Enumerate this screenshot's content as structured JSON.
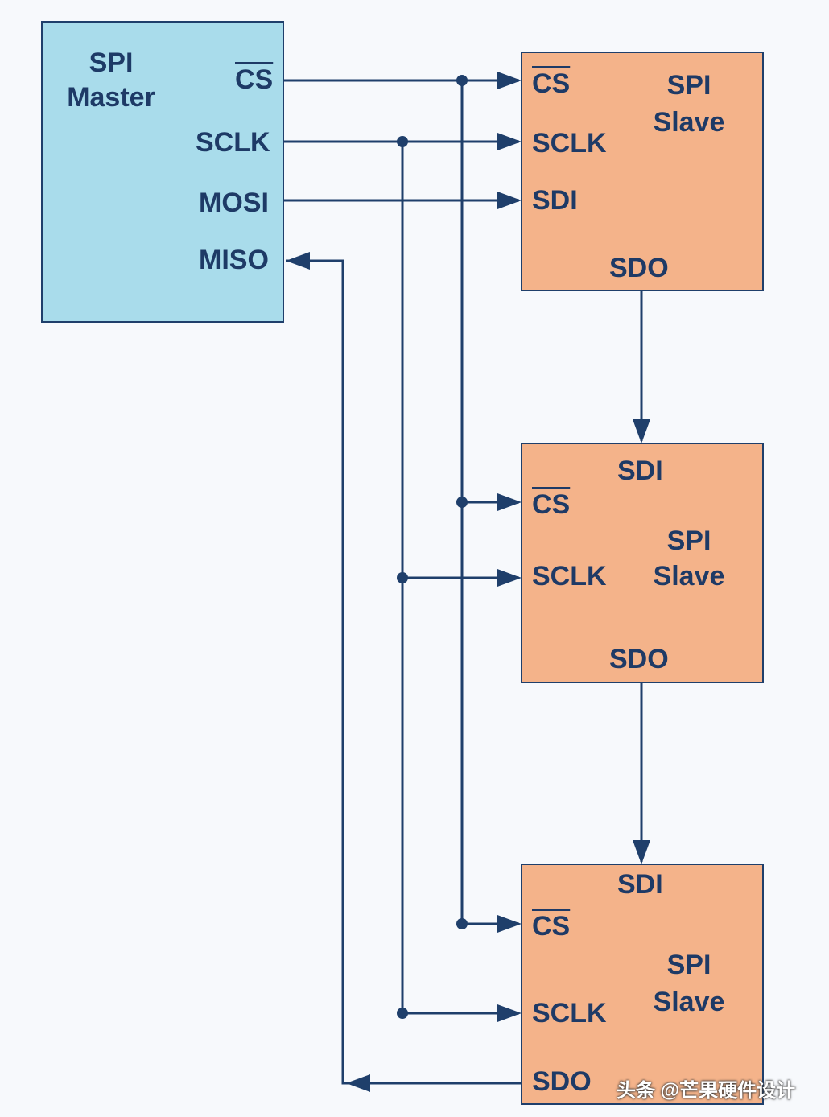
{
  "master": {
    "title_line1": "SPI",
    "title_line2": "Master",
    "pins": {
      "cs": "CS",
      "sclk": "SCLK",
      "mosi": "MOSI",
      "miso": "MISO"
    }
  },
  "slaves": [
    {
      "title_line1": "SPI",
      "title_line2": "Slave",
      "pins": {
        "cs": "CS",
        "sclk": "SCLK",
        "sdi": "SDI",
        "sdo": "SDO"
      }
    },
    {
      "title_line1": "SPI",
      "title_line2": "Slave",
      "pins": {
        "cs": "CS",
        "sclk": "SCLK",
        "sdi": "SDI",
        "sdo": "SDO"
      }
    },
    {
      "title_line1": "SPI",
      "title_line2": "Slave",
      "pins": {
        "cs": "CS",
        "sclk": "SCLK",
        "sdi": "SDI",
        "sdo": "SDO"
      }
    }
  ],
  "watermark": {
    "text": "头条 @芒果硬件设计"
  },
  "colors": {
    "wire": "#1f3f6b",
    "master_fill": "#a9dceb",
    "slave_fill": "#f4b38a",
    "text": "#1e3a66"
  }
}
